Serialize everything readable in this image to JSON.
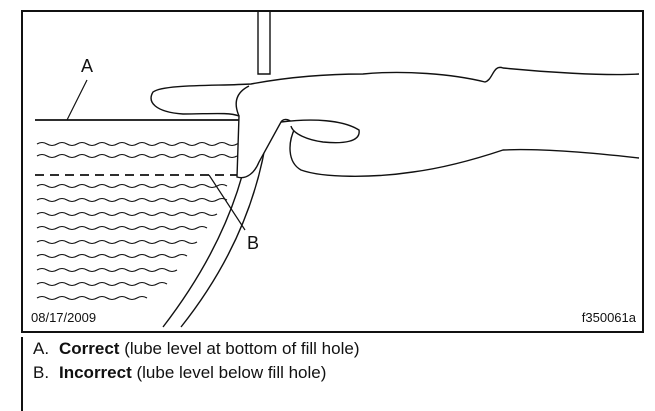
{
  "figure": {
    "callouts": {
      "a": "A",
      "b": "B"
    },
    "date": "08/17/2009",
    "figure_id": "f350061a"
  },
  "caption": {
    "items": [
      {
        "letter": "A.",
        "term": "Correct",
        "detail": " (lube level at bottom of fill hole)"
      },
      {
        "letter": "B.",
        "term": "Incorrect",
        "detail": " (lube level below fill hole)"
      }
    ]
  }
}
